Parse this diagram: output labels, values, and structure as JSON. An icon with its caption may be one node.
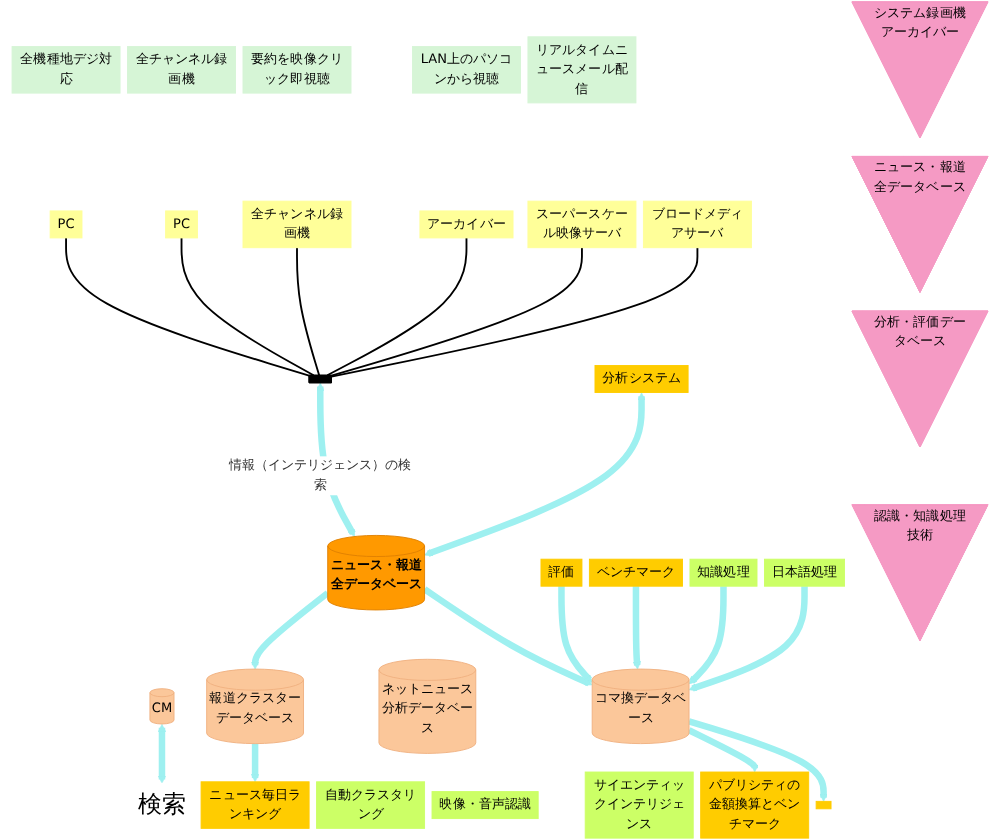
{
  "diagram": {
    "nodes": [
      {
        "text": [
          "全機種地デジ対応"
        ]
      },
      {
        "text": [
          "全チャンネル録画機"
        ]
      },
      {
        "text": [
          "要約を映像クリック即視聴"
        ]
      },
      {
        "text": [
          "LAN上のパソコンから視聴"
        ]
      },
      {
        "text": [
          "リアルタイムニュースメール配信"
        ]
      },
      {
        "text": [
          "PC"
        ]
      },
      {
        "text": [
          "PC"
        ]
      },
      {
        "text": [
          "全チャンネル録画機"
        ]
      },
      {
        "text": [
          "アーカイバー"
        ]
      },
      {
        "text": [
          "スーパースケール映像サーバ"
        ]
      },
      {
        "text": [
          "ブロードメディアサーバ"
        ]
      },
      {
        "text": [],
        "shape": "bar"
      },
      {
        "text": [
          "分析システム"
        ]
      },
      {
        "text": [
          "ニュース・報道全データベース"
        ]
      },
      {
        "text": [
          "報道クラスターデータベース"
        ]
      },
      {
        "text": [
          "ニュース毎日ランキング"
        ]
      },
      {
        "text": [
          "CM"
        ]
      },
      {
        "text": [
          "検索"
        ]
      },
      {
        "text": [
          "ネットニュース分析データベース"
        ]
      },
      {
        "text": [
          "評価"
        ]
      },
      {
        "text": [
          "ベンチマーク"
        ]
      },
      {
        "text": [
          "コマ換データベース"
        ]
      },
      {
        "text": [],
        "shape": "box"
      },
      {
        "text": [
          "パブリシティの金額換算とベンチマーク"
        ]
      },
      {
        "text": [
          "サイエンティックインテリジェンス"
        ]
      },
      {
        "text": [
          "知識処理"
        ]
      },
      {
        "text": [
          "日本語処理"
        ]
      },
      {
        "text": [
          "映像・音声認識"
        ]
      },
      {
        "text": [
          "自動クラスタリング"
        ]
      },
      {
        "text": [
          "システム録画機アーカイバー"
        ]
      },
      {
        "text": [
          "ニュース・報道全データベース"
        ]
      },
      {
        "text": [
          "分析・評価データベース"
        ]
      },
      {
        "text": [
          "認識・知識処理技術"
        ]
      }
    ],
    "edges": [
      {
        "from": 5,
        "to": 11,
        "arrow": "none",
        "color": "#000000"
      },
      {
        "from": 6,
        "to": 11,
        "arrow": "none",
        "color": "#000000"
      },
      {
        "from": 7,
        "to": 11,
        "arrow": "none",
        "color": "#000000"
      },
      {
        "from": 8,
        "to": 11,
        "arrow": "none",
        "color": "#000000"
      },
      {
        "from": 9,
        "to": 11,
        "arrow": "none",
        "color": "#000000"
      },
      {
        "from": 10,
        "to": 11,
        "arrow": "none",
        "color": "#000000"
      },
      {
        "from": 11,
        "to": 13,
        "arrow": "both",
        "label": "情報（インテリジェンス）の検索"
      },
      {
        "from": 12,
        "to": 13,
        "arrow": "both"
      },
      {
        "from": 13,
        "to": 14,
        "arrow": "to"
      },
      {
        "from": 14,
        "to": 15,
        "arrow": "to"
      },
      {
        "from": 16,
        "to": 17,
        "arrow": "both"
      },
      {
        "from": 13,
        "to": 21,
        "arrow": "to"
      },
      {
        "from": 19,
        "to": 21,
        "arrow": "to"
      },
      {
        "from": 20,
        "to": 21,
        "arrow": "to"
      },
      {
        "from": 21,
        "to": 22,
        "arrow": "to"
      },
      {
        "from": 21,
        "to": 23,
        "arrow": "to"
      },
      {
        "from": 25,
        "to": 21,
        "arrow": "to"
      },
      {
        "from": 26,
        "to": 21,
        "arrow": "to"
      }
    ]
  }
}
